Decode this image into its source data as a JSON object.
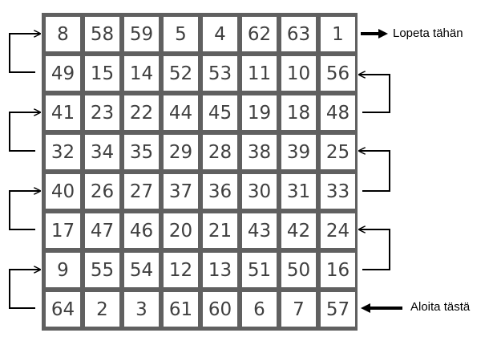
{
  "grid": {
    "rows": [
      [
        "8",
        "58",
        "59",
        "5",
        "4",
        "62",
        "63",
        "1"
      ],
      [
        "49",
        "15",
        "14",
        "52",
        "53",
        "11",
        "10",
        "56"
      ],
      [
        "41",
        "23",
        "22",
        "44",
        "45",
        "19",
        "18",
        "48"
      ],
      [
        "32",
        "34",
        "35",
        "29",
        "28",
        "38",
        "39",
        "25"
      ],
      [
        "40",
        "26",
        "27",
        "37",
        "36",
        "30",
        "31",
        "33"
      ],
      [
        "17",
        "47",
        "46",
        "20",
        "21",
        "43",
        "42",
        "24"
      ],
      [
        "9",
        "55",
        "54",
        "12",
        "13",
        "51",
        "50",
        "16"
      ],
      [
        "64",
        "2",
        "3",
        "61",
        "60",
        "6",
        "7",
        "57"
      ]
    ]
  },
  "labels": {
    "end": "Lopeta tähän",
    "start": "Aloita tästä"
  },
  "colors": {
    "grid_border": "#606060",
    "cell_text": "#404040",
    "arrow": "#000000"
  }
}
